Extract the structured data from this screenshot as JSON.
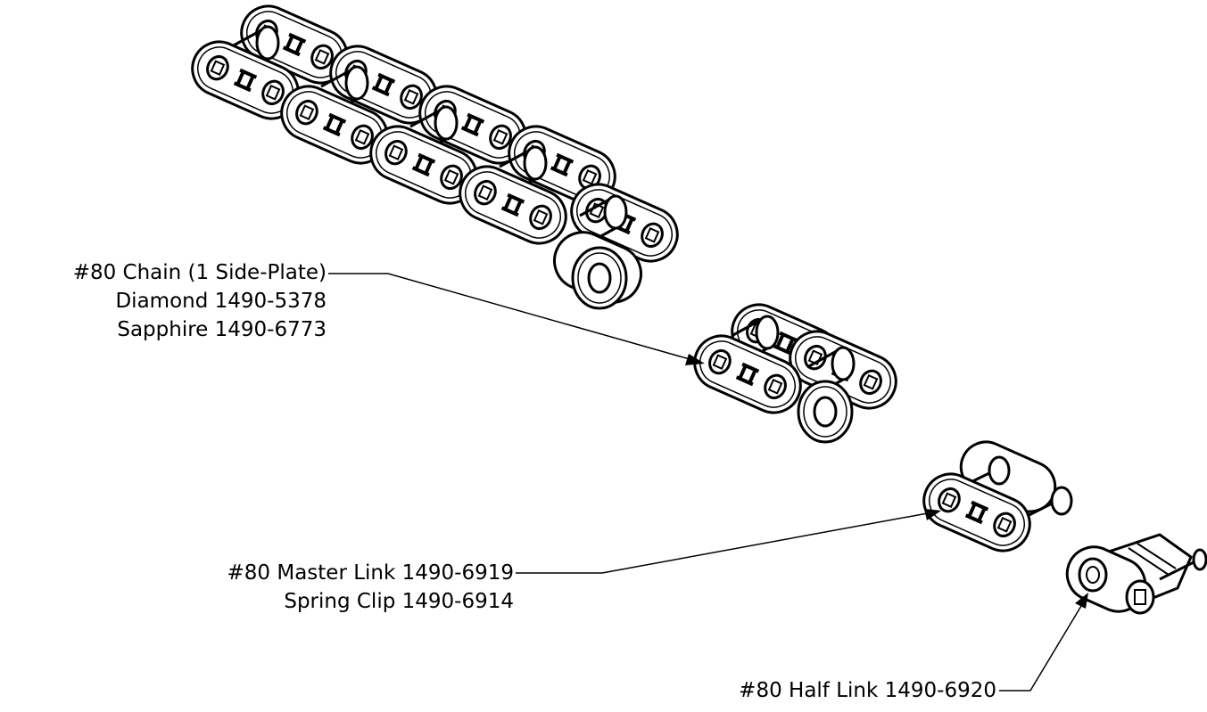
{
  "labels": {
    "chain": {
      "line1": "#80 Chain (1 Side-Plate)",
      "line2": "Diamond 1490-5378",
      "line3": "Sapphire 1490-6773"
    },
    "master_link": {
      "line1": "#80 Master Link 1490-6919",
      "line2": "Spring Clip 1490-6914"
    },
    "half_link": {
      "line1": "#80 Half Link 1490-6920"
    }
  },
  "colors": {
    "line": "#000000",
    "fill": "#ffffff",
    "background": "#ffffff"
  }
}
